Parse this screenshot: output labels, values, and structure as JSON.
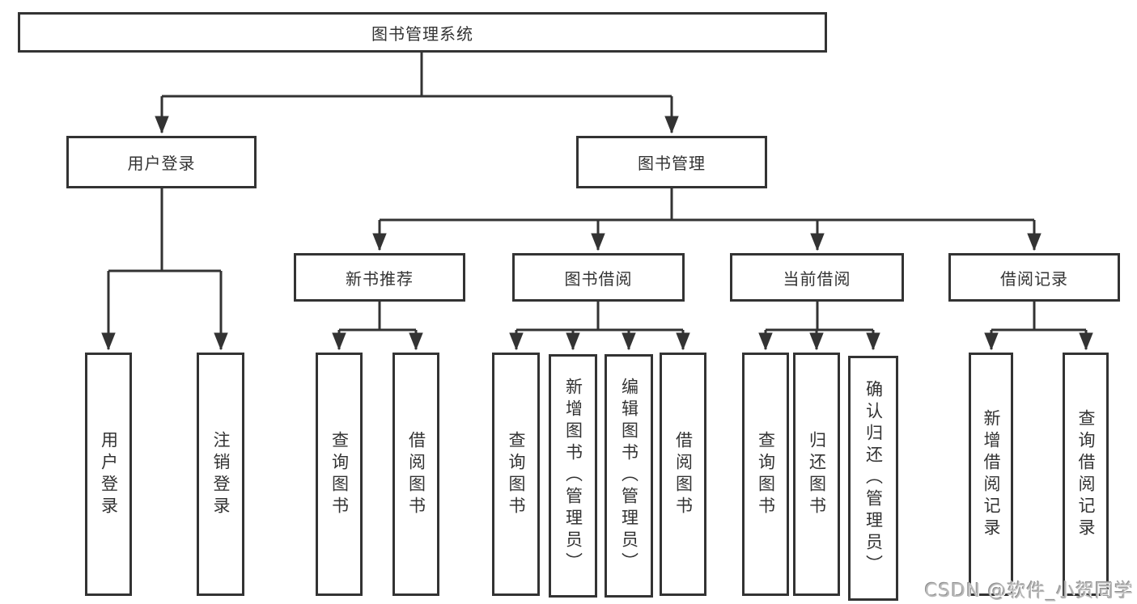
{
  "diagram_title": "图书管理系统",
  "branches": {
    "user_login": "用户登录",
    "book_management": "图书管理"
  },
  "modules": {
    "new_book_recommend": "新书推荐",
    "book_borrow": "图书借阅",
    "current_borrow": "当前借阅",
    "borrow_records": "借阅记录"
  },
  "leaves": {
    "user_login": "用户登录",
    "logout": "注销登录",
    "nbr_query_books": "查询图书",
    "nbr_borrow_books": "借阅图书",
    "bb_query_books": "查询图书",
    "bb_add_books": "新增图书（管理员）",
    "bb_edit_books": "编辑图书（管理员）",
    "bb_borrow_books": "借阅图书",
    "cb_query_books": "查询图书",
    "cb_return_books": "归还图书",
    "cb_confirm_return": "确认归还（管理员）",
    "br_add_record": "新增借阅记录",
    "br_query_record": "查询借阅记录"
  },
  "watermark": "CSDN @软件_小贺同学",
  "colors": {
    "line": "#333333",
    "border": "#333333",
    "text": "#333333",
    "background": "#ffffff",
    "watermark": "#b9b9b9"
  }
}
